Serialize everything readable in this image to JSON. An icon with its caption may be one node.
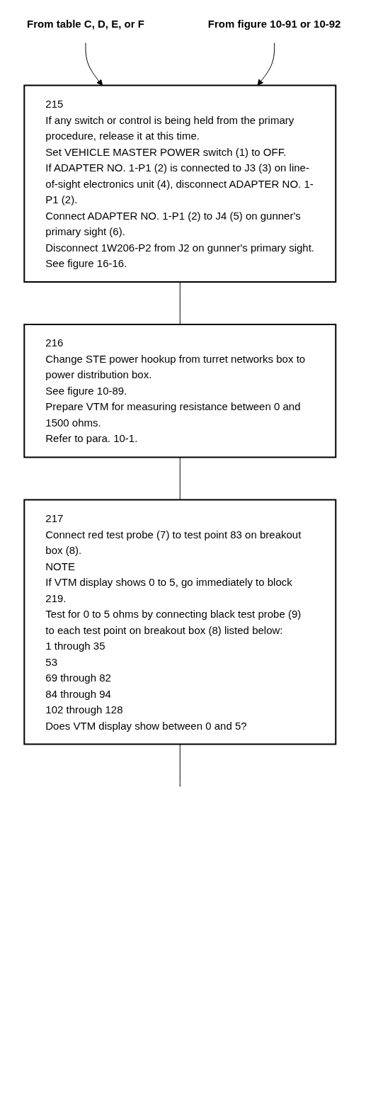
{
  "diagram": {
    "nodes": [
      {
        "text": [
          "From table C, D, E, or F"
        ]
      },
      {
        "text": [
          "From figure 10-91 or 10-92"
        ]
      },
      {
        "text": [
          "215",
          "If any switch or control is being held from the primary procedure, release it at this time.",
          "Set VEHICLE MASTER POWER switch (1) to OFF.",
          "If ADAPTER NO. 1-P1 (2) is connected to J3 (3) on line-of-sight electronics unit (4), disconnect ADAPTER NO. 1-P1 (2).",
          "Connect ADAPTER NO. 1-P1 (2) to J4 (5) on gunner's primary sight (6).",
          "Disconnect 1W206-P2 from J2 on gunner's primary sight.",
          "See figure 16-16."
        ]
      },
      {
        "text": [
          "216",
          "Change STE power hookup from turret networks box to power distribution box.",
          "See figure 10-89.",
          "Prepare VTM for measuring resistance between 0 and 1500 ohms.",
          "Refer to para. 10-1."
        ]
      },
      {
        "text": [
          "217",
          "Connect red test probe (7) to test point 83 on breakout box (8).",
          "NOTE",
          "If VTM display shows 0 to 5, go immediately to block 219.",
          "Test for 0 to 5 ohms by connecting black test probe (9) to each test point on breakout box (8) listed below:",
          "1 through 35",
          "53",
          "69 through 82",
          "84 through 94",
          "102 through 128",
          "Does VTM display show between 0 and 5?"
        ]
      }
    ],
    "edges": [
      {
        "from": 0,
        "to": 2,
        "arrow": "to"
      },
      {
        "from": 1,
        "to": 2,
        "arrow": "to"
      },
      {
        "from": 2,
        "to": 3,
        "arrow": "none"
      },
      {
        "from": 3,
        "to": 4,
        "arrow": "none"
      },
      {
        "from": 4,
        "to": null,
        "arrow": "none"
      }
    ]
  }
}
